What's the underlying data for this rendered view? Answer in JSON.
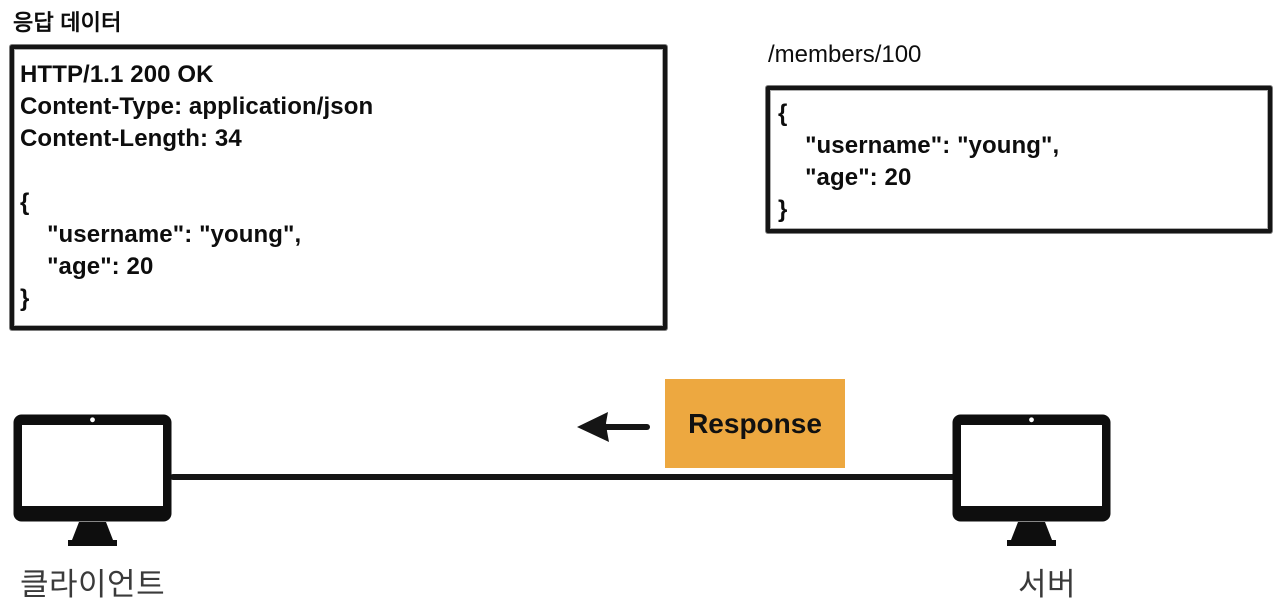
{
  "title": "응답 데이터",
  "colors": {
    "accent_orange": "#EDA840",
    "stroke_black": "#151515",
    "label_gray": "#3A3A3A"
  },
  "response_box": {
    "lines": [
      "HTTP/1.1 200 OK",
      "Content-Type: application/json",
      "Content-Length: 34",
      "",
      "{",
      "    \"username\": \"young\",",
      "    \"age\": 20",
      "}"
    ]
  },
  "resource_box": {
    "label": "/members/100",
    "lines": [
      "{",
      "    \"username\": \"young\",",
      "    \"age\": 20",
      "}"
    ]
  },
  "flow": {
    "message_label": "Response",
    "direction": "right-to-left",
    "client_label": "클라이언트",
    "server_label": "서버"
  },
  "icons": {
    "client": "monitor-icon",
    "server": "monitor-icon",
    "arrow": "arrow-left-icon"
  }
}
